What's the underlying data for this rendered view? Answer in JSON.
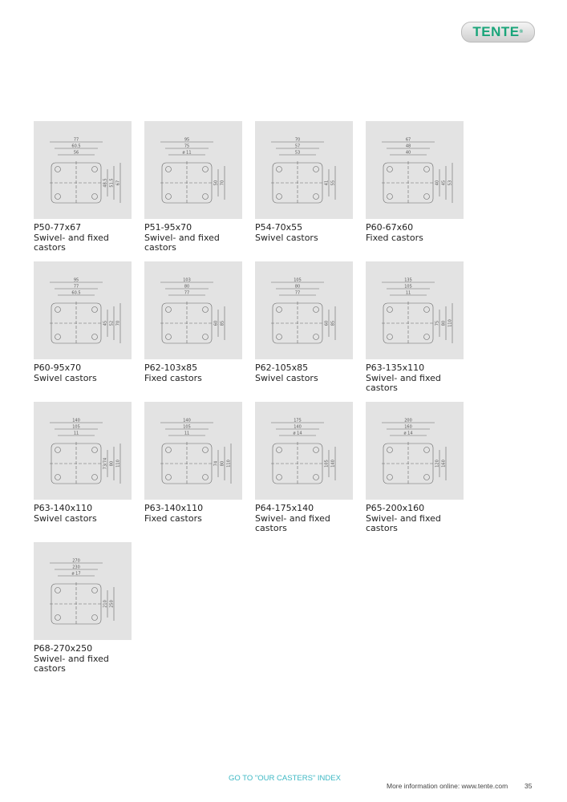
{
  "logo": "TENTE",
  "items": [
    {
      "code": "P50-77x67",
      "desc": "Swivel- and fixed castors",
      "top": [
        "77",
        "60.5",
        "56"
      ],
      "side": [
        "48.5",
        "51.5",
        "67"
      ]
    },
    {
      "code": "P51-95x70",
      "desc": "Swivel- and fixed castors",
      "top": [
        "95",
        "75",
        "ø 11"
      ],
      "side": [
        "50",
        "70"
      ]
    },
    {
      "code": "P54-70x55",
      "desc": "Swivel castors",
      "top": [
        "70",
        "57",
        "53"
      ],
      "side": [
        "41",
        "55"
      ]
    },
    {
      "code": "P60-67x60",
      "desc": "Fixed castors",
      "top": [
        "67",
        "48",
        "40"
      ],
      "side": [
        "40",
        "45",
        "53"
      ]
    },
    {
      "code": "P60-95x70",
      "desc": "Swivel castors",
      "top": [
        "95",
        "77",
        "60.5"
      ],
      "side": [
        "45",
        "52",
        "70"
      ]
    },
    {
      "code": "P62-103x85",
      "desc": "Fixed castors",
      "top": [
        "103",
        "80",
        "77"
      ],
      "side": [
        "60",
        "85"
      ]
    },
    {
      "code": "P62-105x85",
      "desc": "Swivel castors",
      "top": [
        "105",
        "80",
        "77"
      ],
      "side": [
        "60",
        "85"
      ]
    },
    {
      "code": "P63-135x110",
      "desc": "Swivel- and fixed castors",
      "top": [
        "135",
        "105",
        "11"
      ],
      "side": [
        "75",
        "80",
        "110"
      ]
    },
    {
      "code": "P63-140x110",
      "desc": "Swivel castors",
      "top": [
        "140",
        "105",
        "11"
      ],
      "side": [
        "73/74",
        "80",
        "110"
      ]
    },
    {
      "code": "P63-140x110",
      "desc": "Fixed castors",
      "top": [
        "140",
        "105",
        "11"
      ],
      "side": [
        "74",
        "80",
        "110"
      ]
    },
    {
      "code": "P64-175x140",
      "desc": "Swivel- and fixed castors",
      "top": [
        "175",
        "140",
        "ø 14"
      ],
      "side": [
        "105",
        "140"
      ]
    },
    {
      "code": "P65-200x160",
      "desc": "Swivel- and fixed castors",
      "top": [
        "200",
        "160",
        "ø 14"
      ],
      "side": [
        "120",
        "160"
      ]
    },
    {
      "code": "P68-270x250",
      "desc": "Swivel- and fixed castors",
      "top": [
        "270",
        "230",
        "ø 17"
      ],
      "side": [
        "210",
        "250"
      ]
    }
  ],
  "footer": {
    "link": "GO TO \"OUR CASTERS\" INDEX",
    "info": "More information online: www.tente.com",
    "page": "35"
  }
}
